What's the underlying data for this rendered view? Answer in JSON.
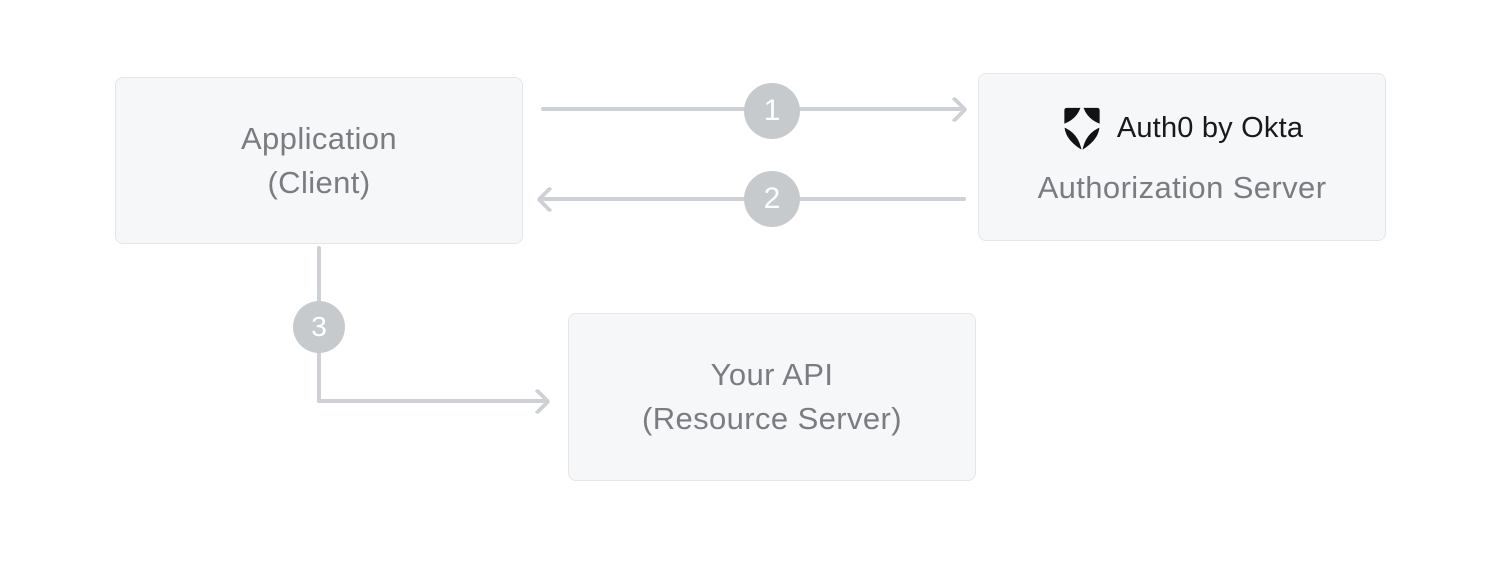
{
  "diagram": {
    "nodes": {
      "application": {
        "title": "Application",
        "subtitle": "(Client)"
      },
      "authorization_server": {
        "brand": "Auth0 by Okta",
        "title": "Authorization Server"
      },
      "your_api": {
        "title": "Your API",
        "subtitle": "(Resource Server)"
      }
    },
    "steps": [
      "1",
      "2",
      "3"
    ],
    "icons": {
      "brand_logo": "auth0-shield-icon"
    },
    "colors": {
      "background": "#ffffff",
      "node_fill": "#f6f7f8",
      "node_border": "#e4e6e9",
      "node_text": "#797d82",
      "arrow": "#cdd0d4",
      "step_badge_fill": "#c7cacd",
      "step_badge_text": "#ffffff",
      "brand_text": "#17191b",
      "brand_logo": "#111213"
    }
  }
}
